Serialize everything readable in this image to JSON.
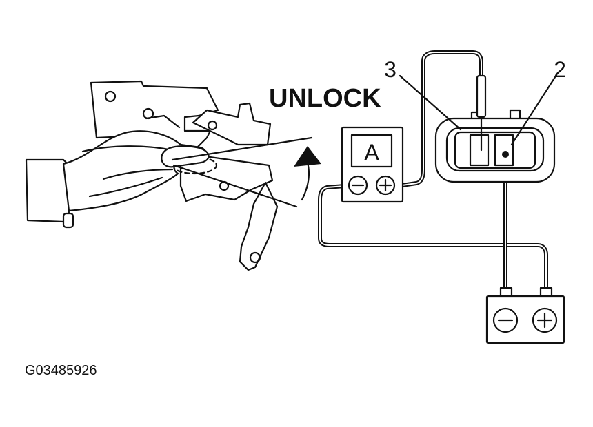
{
  "diagram": {
    "action_label": "UNLOCK",
    "meter_label": "A",
    "terminal_labels": [
      "3",
      "2"
    ],
    "figure_code": "G03485926",
    "meter_polarity": [
      "-",
      "+"
    ],
    "battery_polarity": [
      "-",
      "+"
    ]
  }
}
